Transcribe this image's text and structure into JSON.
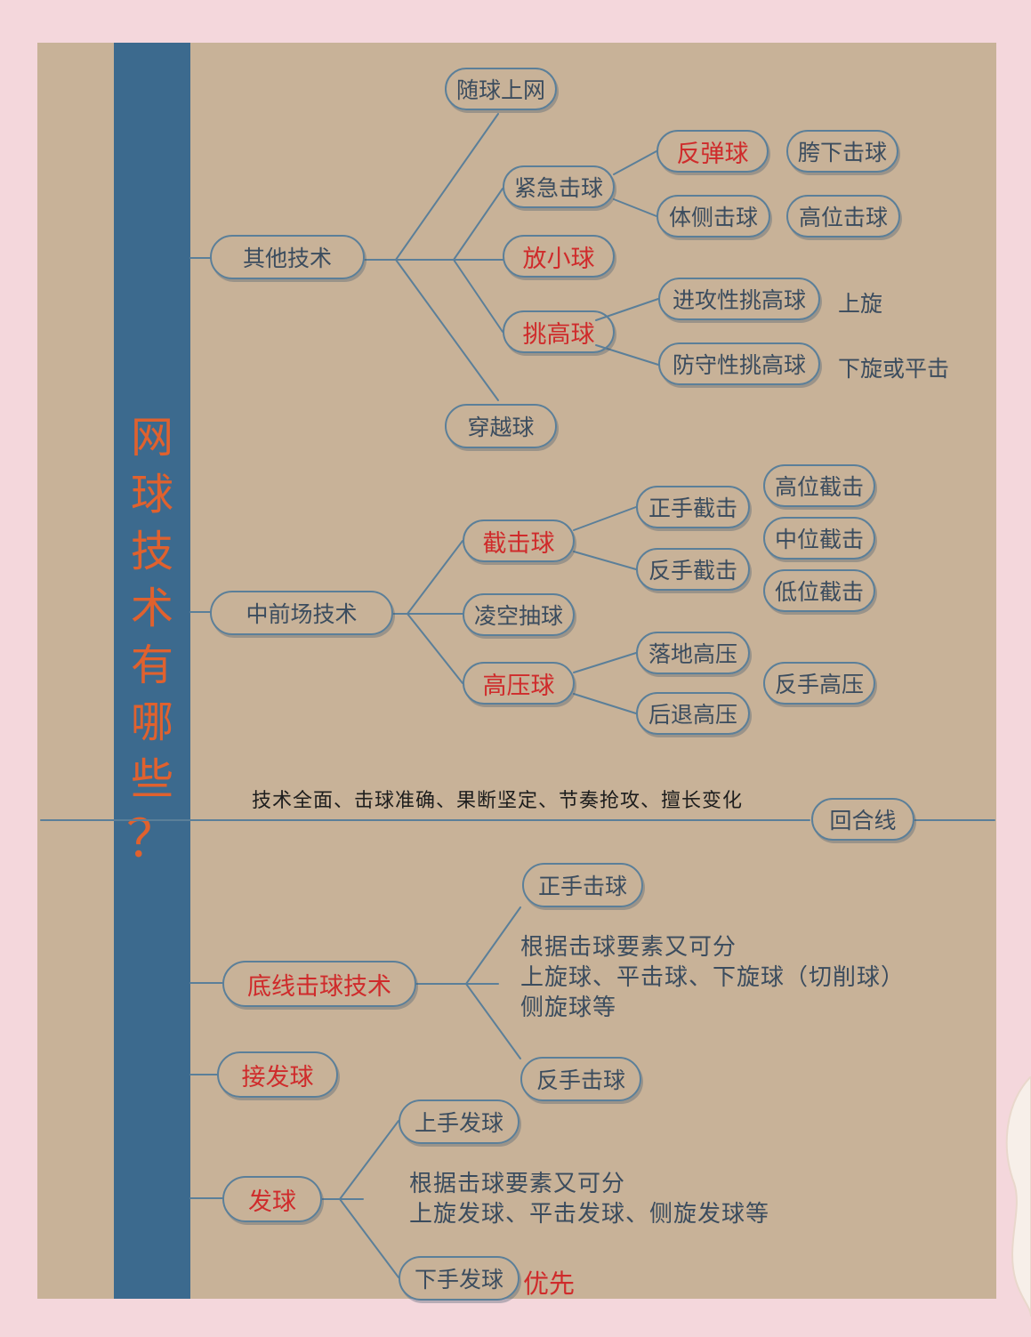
{
  "title_chars": [
    "网",
    "球",
    "技",
    "术",
    "有",
    "哪",
    "些",
    "？"
  ],
  "other_tech": {
    "label": "其他技术",
    "follow_net": "随球上网",
    "emergency": "紧急击球",
    "rebound": "反弹球",
    "between_legs": "胯下击球",
    "body_side": "体侧击球",
    "high_hit": "高位击球",
    "drop_shot": "放小球",
    "lob": "挑高球",
    "attack_lob": "进攻性挑高球",
    "attack_lob_note": "上旋",
    "defend_lob": "防守性挑高球",
    "defend_lob_note": "下旋或平击",
    "passing": "穿越球"
  },
  "mid_front": {
    "label": "中前场技术",
    "volley": "截击球",
    "fh_volley": "正手截击",
    "bh_volley": "反手截击",
    "high_volley": "高位截击",
    "mid_volley": "中位截击",
    "low_volley": "低位截击",
    "swing_volley": "凌空抽球",
    "smash": "高压球",
    "bounce_smash": "落地高压",
    "back_smash": "后退高压",
    "bh_smash": "反手高压"
  },
  "rally": {
    "label": "回合线",
    "description": "技术全面、击球准确、果断坚定、节奏抢攻、擅长变化"
  },
  "baseline": {
    "label": "底线击球技术",
    "forehand": "正手击球",
    "backhand": "反手击球",
    "note_lines": [
      "根据击球要素又可分",
      "上旋球、平击球、下旋球（切削球）",
      "侧旋球等"
    ]
  },
  "return": {
    "label": "接发球"
  },
  "serve": {
    "label": "发球",
    "overhand": "上手发球",
    "underhand": "下手发球",
    "priority": "优先",
    "note_lines": [
      "根据击球要素又可分",
      "上旋发球、平击发球、侧旋发球等"
    ]
  },
  "colors": {
    "board": "#c8b298",
    "bar": "#3c6a8e",
    "title": "#e0612e",
    "line": "#5b7f99",
    "highlight": "#cf2b2b",
    "background": "#f4d7dc"
  }
}
